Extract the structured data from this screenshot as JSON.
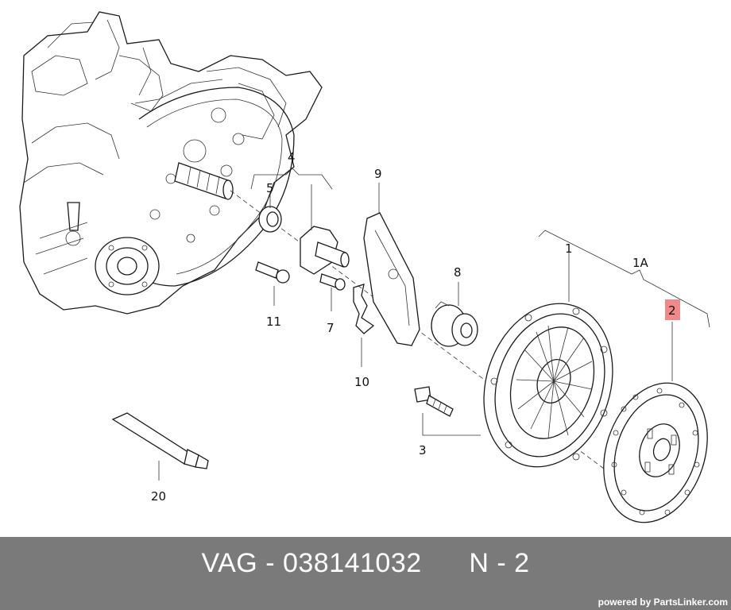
{
  "callouts": [
    {
      "id": "1",
      "label": "1"
    },
    {
      "id": "1A",
      "label": "1A"
    },
    {
      "id": "2",
      "label": "2",
      "highlighted": true
    },
    {
      "id": "3",
      "label": "3"
    },
    {
      "id": "4",
      "label": "4"
    },
    {
      "id": "5",
      "label": "5"
    },
    {
      "id": "7",
      "label": "7"
    },
    {
      "id": "8",
      "label": "8"
    },
    {
      "id": "9",
      "label": "9"
    },
    {
      "id": "10",
      "label": "10"
    },
    {
      "id": "11",
      "label": "11"
    },
    {
      "id": "20",
      "label": "20"
    }
  ],
  "footer": {
    "brand": "VAG",
    "part_number": "038141032",
    "position": "N - 2",
    "powered_by": "powered by PartsLinker.com"
  },
  "colors": {
    "highlight": "#f08a8a",
    "footer_bg": "#7a7a7a",
    "line": "#1a1a1a"
  }
}
